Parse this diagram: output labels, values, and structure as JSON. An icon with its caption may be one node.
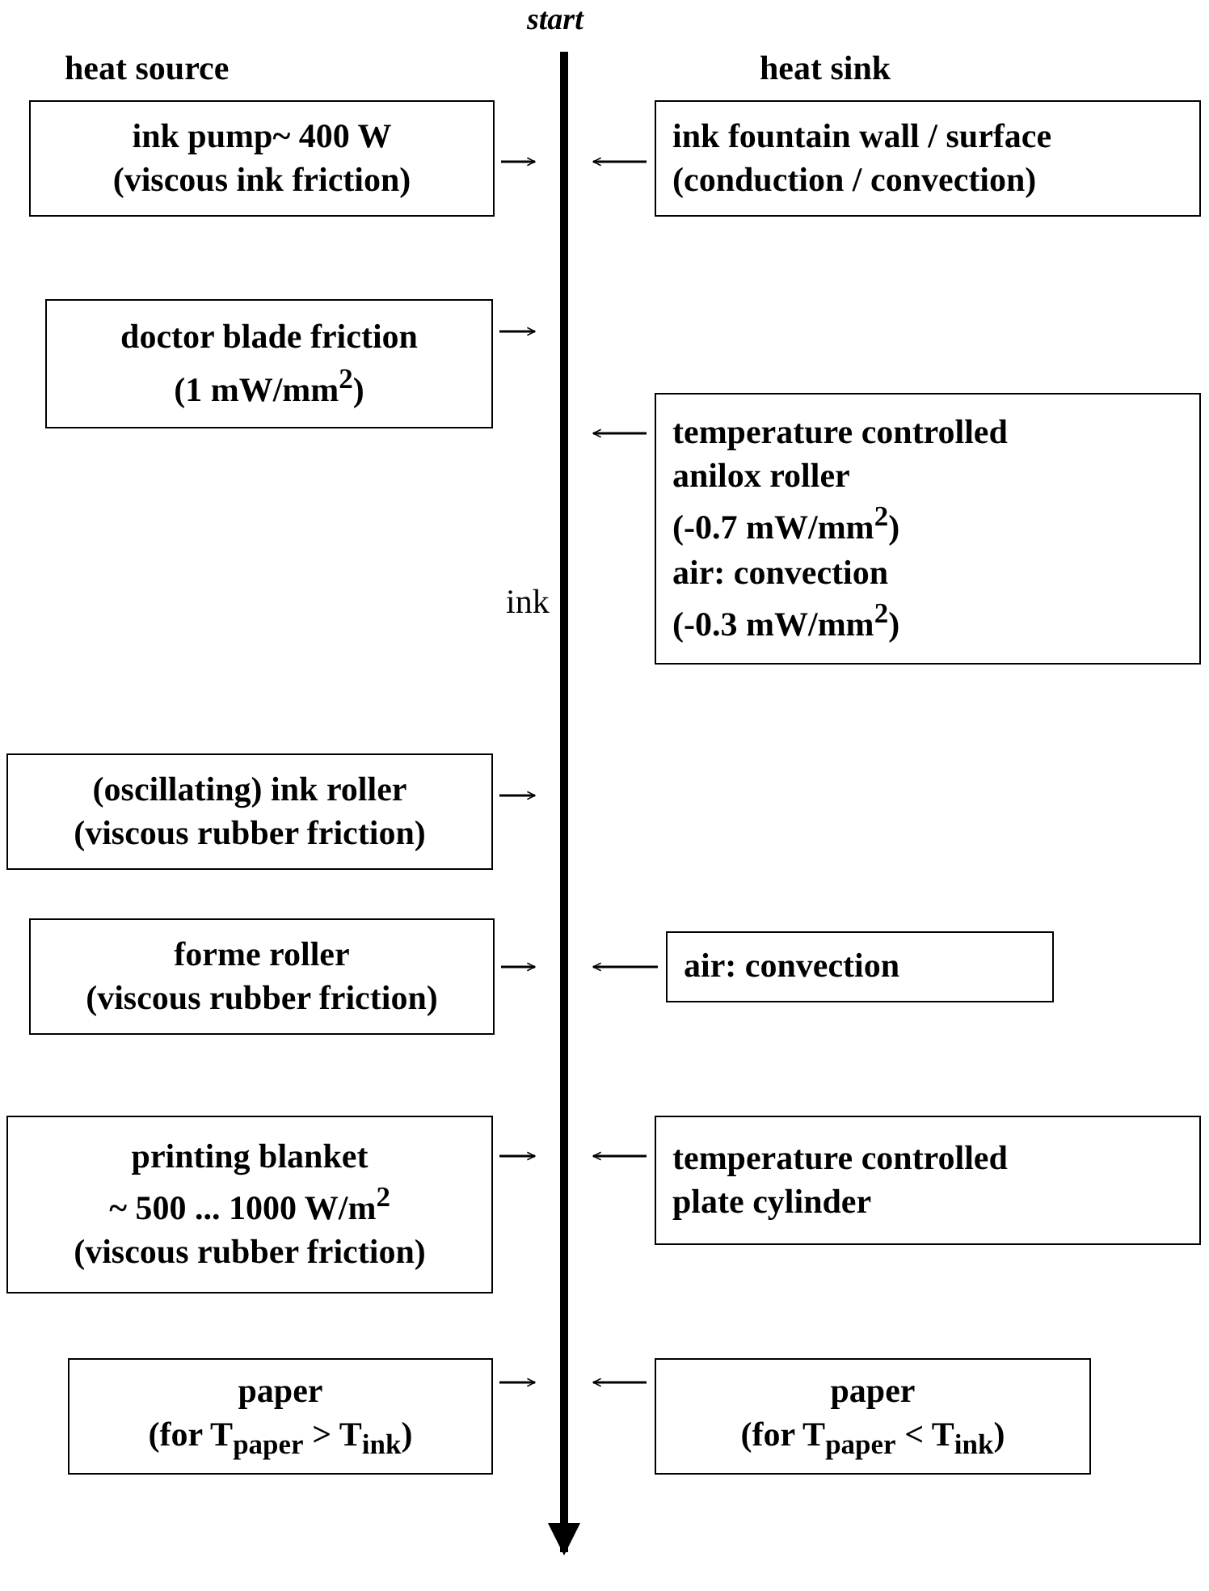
{
  "diagram": {
    "nodes": [
      {
        "text": [
          "start"
        ]
      },
      {
        "text": [
          "ink pump~ 400 W",
          "(viscous ink friction)"
        ]
      },
      {
        "text": [
          "ink fountain wall / surface",
          "(conduction / convection)"
        ]
      },
      {
        "text": [
          "doctor blade friction",
          "(1 mW/mm$^{2}$)"
        ]
      },
      {
        "text": [
          "temperature controlled anilox roller",
          "(-0.7 mW/mm$^{2}$)",
          "air: convection",
          "(-0.3 mW/mm$^{2}$)"
        ]
      },
      {
        "text": [
          "(oscillating) ink roller",
          "(viscous rubber friction)"
        ]
      },
      {
        "text": [
          "forme roller",
          "(viscous rubber friction)"
        ]
      },
      {
        "text": [
          "air: convection"
        ]
      },
      {
        "text": [
          "printing blanket",
          "~ 500 ... 1000 W/m$^{2}$",
          "(viscous rubber friction)"
        ]
      },
      {
        "text": [
          "temperature controlled plate cylinder"
        ]
      },
      {
        "text": [
          "paper",
          "(for T$_{paper}$ > T$_{ink}$)"
        ]
      },
      {
        "text": [
          "paper",
          "(for T$_{paper}$ < T$_{ink}$)"
        ]
      }
    ],
    "edges": [
      {
        "from": 0,
        "to": null,
        "arrow": "to",
        "style": "thick"
      },
      {
        "from": 1,
        "to": null,
        "arrow": "to"
      },
      {
        "from": 2,
        "to": null,
        "arrow": "to"
      },
      {
        "from": 3,
        "to": null,
        "arrow": "to"
      },
      {
        "from": 4,
        "to": null,
        "arrow": "to"
      },
      {
        "from": 5,
        "to": null,
        "arrow": "to"
      },
      {
        "from": 6,
        "to": null,
        "arrow": "to"
      },
      {
        "from": 7,
        "to": null,
        "arrow": "to"
      },
      {
        "from": 8,
        "to": null,
        "arrow": "to"
      },
      {
        "from": 9,
        "to": null,
        "arrow": "to"
      },
      {
        "from": 10,
        "to": null,
        "arrow": "to"
      },
      {
        "from": 11,
        "to": null,
        "arrow": "to"
      }
    ],
    "labels": [
      "heat source",
      "heat sink",
      "ink"
    ]
  }
}
